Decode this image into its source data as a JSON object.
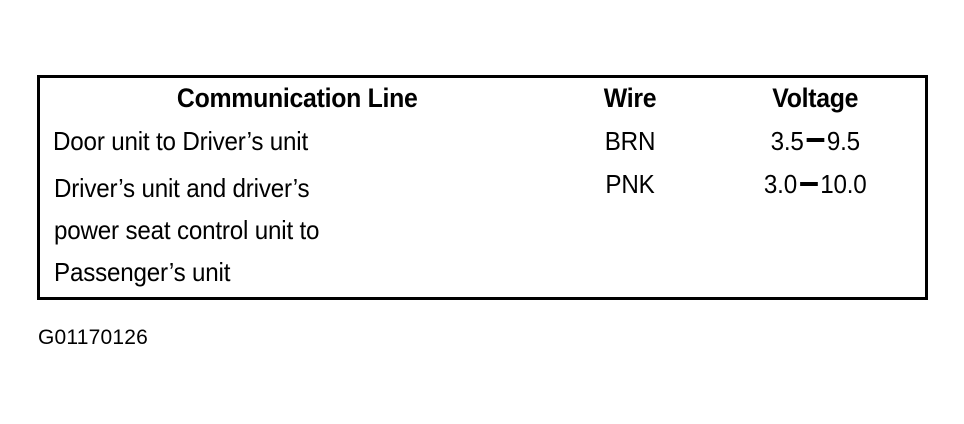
{
  "table": {
    "columns": [
      "Communication Line",
      "Wire",
      "Voltage"
    ],
    "rows": [
      {
        "line_label": "Door unit to Driver’s unit",
        "line_lines": [
          "Door unit to Driver’s unit"
        ],
        "wire": "BRN",
        "voltage_min": "3.5",
        "voltage_max": "9.5",
        "voltage": "3.5 — 9.5"
      },
      {
        "line_label": "Driver’s unit and driver’s power seat control unit to Passenger’s unit",
        "line_lines": [
          "Driver’s unit and driver’s",
          "power seat control unit to",
          "Passenger’s unit"
        ],
        "wire": "PNK",
        "voltage_min": "3.0",
        "voltage_max": "10.0",
        "voltage": "3.0 — 10.0"
      }
    ]
  },
  "caption": "G01170126",
  "colors": {
    "ink": "#000000",
    "paper": "#ffffff"
  }
}
